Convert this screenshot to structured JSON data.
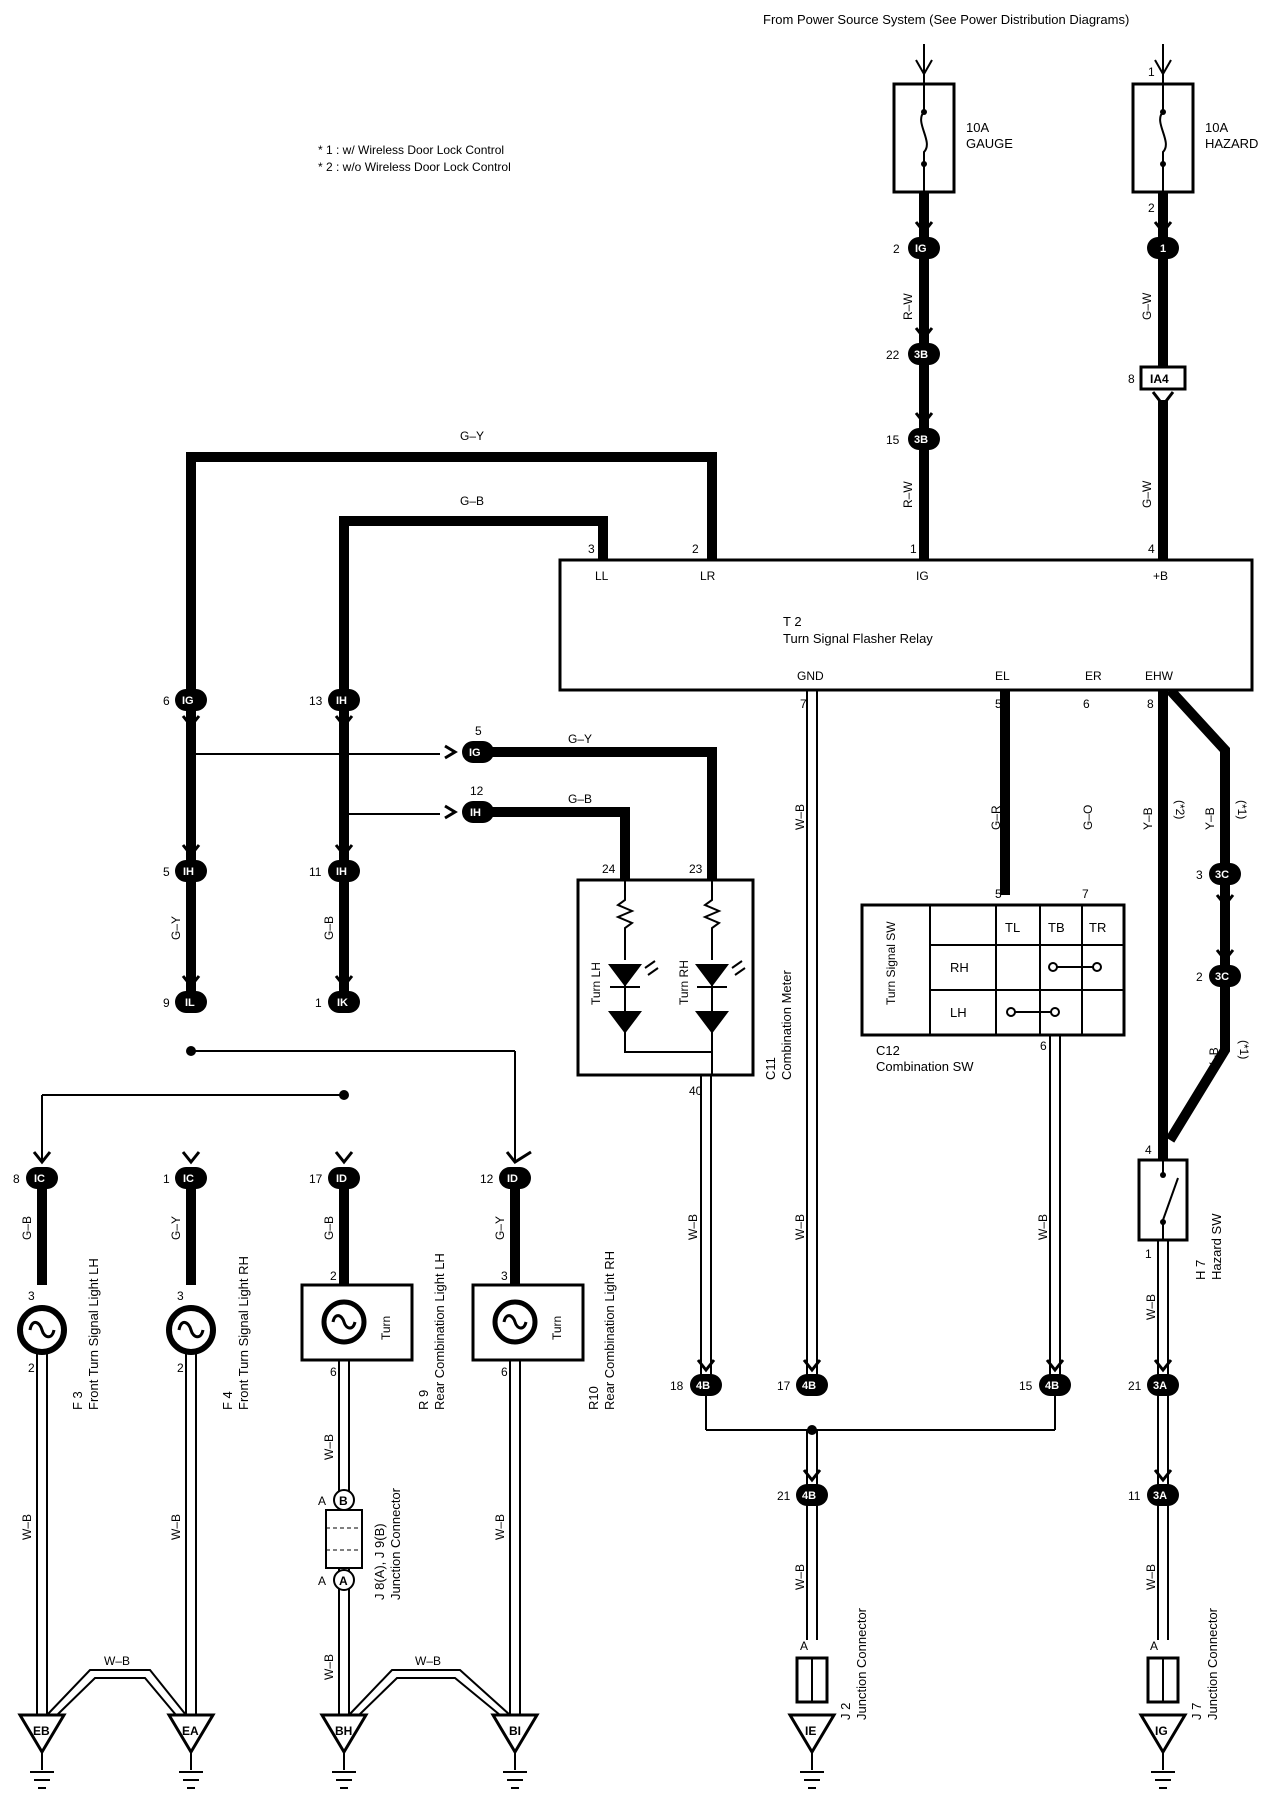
{
  "header": {
    "power_source": "From Power Source System (See Power Distribution Diagrams)"
  },
  "notes": {
    "n1": "* 1 : w/ Wireless Door Lock Control",
    "n2": "* 2 : w/o Wireless Door Lock Control"
  },
  "fuses": {
    "gauge": {
      "amp": "10A",
      "name": "GAUGE"
    },
    "hazard": {
      "amp": "10A",
      "name": "HAZARD",
      "pin_top": "1",
      "pin_bottom": "2"
    }
  },
  "relay": {
    "id": "T 2",
    "name": "Turn Signal Flasher Relay",
    "terminals": {
      "ll": "LL",
      "lr": "LR",
      "ig": "IG",
      "b": "+B",
      "gnd": "GND",
      "el": "EL",
      "er": "ER",
      "ehw": "EHW"
    },
    "pins": {
      "ll": "3",
      "lr": "2",
      "ig": "1",
      "b": "4",
      "gnd": "7",
      "el": "5",
      "er": "6",
      "ehw": "8"
    }
  },
  "meter": {
    "id": "C11",
    "name": "Combination Meter",
    "turn_lh": "Turn LH",
    "turn_rh": "Turn RH",
    "pin_lh": "24",
    "pin_rh": "23",
    "pin_gnd": "40"
  },
  "combo_sw": {
    "id": "C12",
    "name": "Combination SW",
    "title": "Turn Signal SW",
    "cols": [
      "TL",
      "TB",
      "TR"
    ],
    "rows": [
      "RH",
      "LH"
    ],
    "pin_tl": "5",
    "pin_tr": "7",
    "pin_gnd": "6"
  },
  "hazard_sw": {
    "id": "H 7",
    "name": "Hazard SW",
    "pin_top": "4",
    "pin_bottom": "1"
  },
  "lamps": {
    "f3": {
      "id": "F 3",
      "name": "Front Turn Signal Light LH"
    },
    "f4": {
      "id": "F 4",
      "name": "Front Turn Signal Light RH"
    },
    "r9": {
      "id": "R 9",
      "name": "Rear Combination Light LH",
      "label": "Turn"
    },
    "r10": {
      "id": "R10",
      "name": "Rear Combination Light RH",
      "label": "Turn"
    }
  },
  "junctions": {
    "j8j9": {
      "id": "J 8(A), J 9(B)",
      "name": "Junction Connector"
    },
    "j2": {
      "id": "J 2",
      "name": "Junction Connector"
    },
    "j7": {
      "id": "J 7",
      "name": "Junction Connector"
    }
  },
  "grounds": [
    "EB",
    "EA",
    "BH",
    "BI",
    "IE",
    "IG"
  ],
  "connectors": {
    "ig_top": "IG",
    "one": "1",
    "b3_22": "3B",
    "b3_15": "3B",
    "ia4": "IA4",
    "ig6": "IG",
    "ih13": "IH",
    "ig5": "IG",
    "ih12": "IH",
    "ih5": "IH",
    "ih11": "IH",
    "il9": "IL",
    "ik1": "IK",
    "ic8": "IC",
    "ic1": "IC",
    "id17": "ID",
    "id12": "ID",
    "c3_3": "3C",
    "c3_2": "3C",
    "b4_18": "4B",
    "b4_17": "4B",
    "b4_15": "4B",
    "b4_21": "4B",
    "a3_21": "3A",
    "a3_11": "3A",
    "jb": "B",
    "ja": "A"
  },
  "wire_colors": {
    "rw": "R–W",
    "gw": "G–W",
    "gy": "G–Y",
    "gb": "G–B",
    "wb": "W–B",
    "gr": "G–R",
    "go": "G–O",
    "yb": "Y–B"
  },
  "remarks": {
    "s1": "(*1)",
    "s2": "(*2)"
  },
  "pins": {
    "p2": "2",
    "p22": "22",
    "p15": "15",
    "p8": "8",
    "p6": "6",
    "p13": "13",
    "p5": "5",
    "p12": "12",
    "p11": "11",
    "p9": "9",
    "p1": "1",
    "p17": "17",
    "p3": "3",
    "p18": "18",
    "p21": "21",
    "p11b": "11",
    "pA": "A"
  }
}
